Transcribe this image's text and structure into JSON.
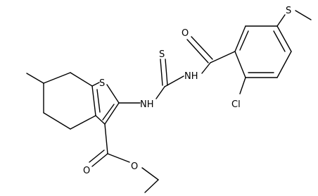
{
  "diagram": {
    "kind": "chemical-structure",
    "line_color": "#000000",
    "background_color": "#ffffff",
    "atom_labels": {
      "ring_sulfur": "S",
      "thione_sulfur": "S",
      "thioether_sulfur": "S",
      "amide_oxygen": "O",
      "ester_carbonyl_oxygen": "O",
      "ester_ether_oxygen": "O",
      "thiourea_nh_left": "NH",
      "thiourea_nh_right": "NH",
      "chlorine": "Cl"
    }
  }
}
